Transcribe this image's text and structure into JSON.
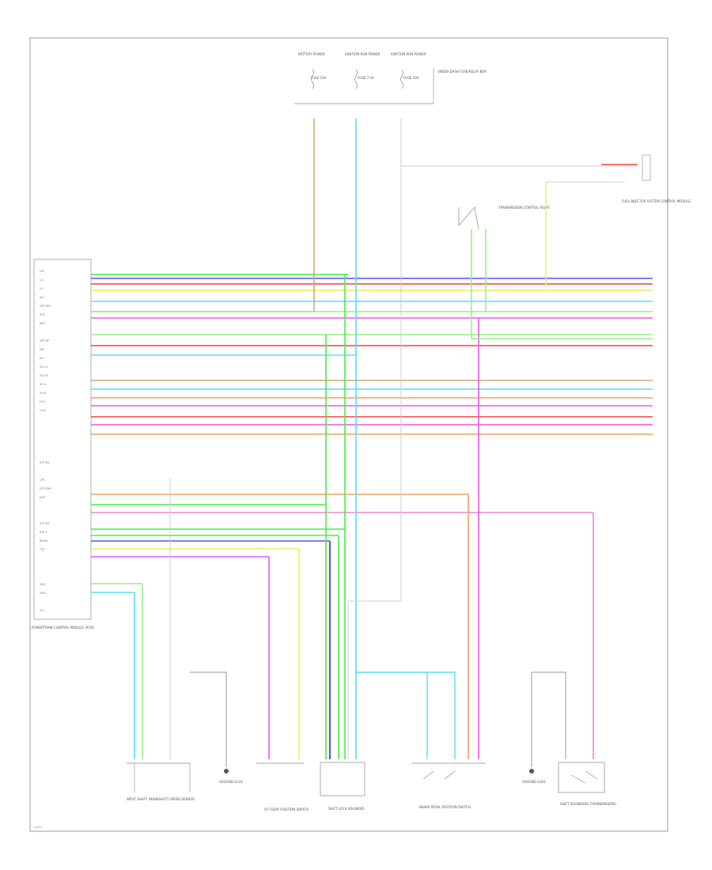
{
  "diagram": {
    "page_number": "1 of 2",
    "top_fuses": [
      {
        "text": "BATTERY POWER",
        "fuse": "FUSE 10A"
      },
      {
        "text": "IGNITION RUN POWER",
        "fuse": "FUSE 7.5A"
      },
      {
        "text": "IGNITION RUN POWER",
        "fuse": "FUSE 10A"
      }
    ],
    "fuse_box_label": "UNDER-DASH FUSE/RELAY BOX",
    "right_module_label": "FUEL INJECTOR SYSTEM CONTROL MODULE",
    "relay_label": "TRANSMISSION CONTROL RELAY",
    "ecm_label": "POWERTRAIN CONTROL MODULE (PCM)",
    "ecm_pins": [
      "IGP",
      "LG",
      "LG",
      "ALT",
      "ATP-RVS",
      "SCS",
      "NEP",
      "",
      "ATP-NP",
      "NM",
      "NC",
      "SOL A",
      "SOL B",
      "SH A",
      "SH B",
      "LS A",
      "LS B",
      "",
      "",
      "",
      "",
      "",
      "ATP-D4",
      "",
      "CPC",
      "ATP-PRN",
      "NCP",
      "",
      "",
      "ATP-D3",
      "ATP-2",
      "BKSW",
      "TTC",
      "",
      "",
      "",
      "SW3",
      "SW4",
      "",
      "TCC"
    ],
    "wire_colors": {
      "grn": "#44ee44",
      "blu": "#5555ee",
      "red": "#ee4444",
      "yel": "#eeee55",
      "cyan": "#55e0ee",
      "pink": "#ee55ee",
      "orn": "#f0a060",
      "ltgrn": "#99ee88",
      "tan": "#d0a878",
      "lpink": "#ee88cc"
    },
    "bottom_components": [
      {
        "text": "INPUT SHAFT (MAINSHAFT) SPEED SENSOR"
      },
      {
        "text": "GROUND G101"
      },
      {
        "text": "A/T GEAR POSITION SWITCH"
      },
      {
        "text": "SHIFT LOCK SOLENOID"
      },
      {
        "text": "BRAKE PEDAL POSITION SWITCH"
      },
      {
        "text": "GROUND G401"
      },
      {
        "text": "SHIFT SOLENOIDS (TRANSMISSION)"
      }
    ]
  }
}
